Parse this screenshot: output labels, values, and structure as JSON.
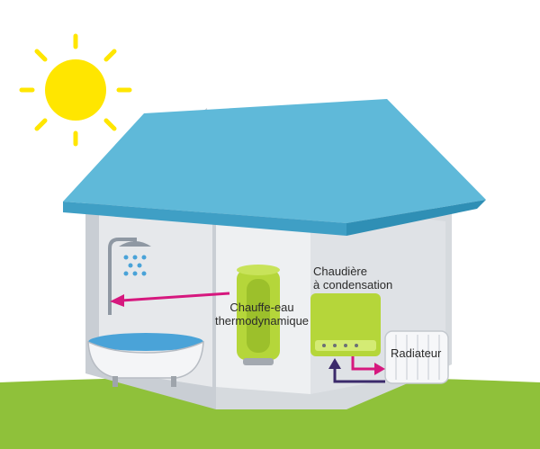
{
  "labels": {
    "heater_line1": "Chauffe-eau",
    "heater_line2": "thermodynamique",
    "boiler_line1": "Chaudière",
    "boiler_line2": "à condensation",
    "radiator": "Radiateur"
  },
  "colors": {
    "sky": "#ffffff",
    "grass": "#8fc13a",
    "sun": "#ffe600",
    "roof": "#5fb9d9",
    "roof_edge": "#2f8fb5",
    "wall_outer": "#c9ced4",
    "wall_inner": "#e6e8eb",
    "appliance": "#b5d63a",
    "water": "#4aa3d8",
    "arrow_hot": "#d6187e",
    "arrow_cold": "#3b2a6b"
  },
  "icons": [
    "sun-icon",
    "shower-icon",
    "bathtub-icon",
    "water-heater-icon",
    "boiler-icon",
    "radiator-icon"
  ]
}
